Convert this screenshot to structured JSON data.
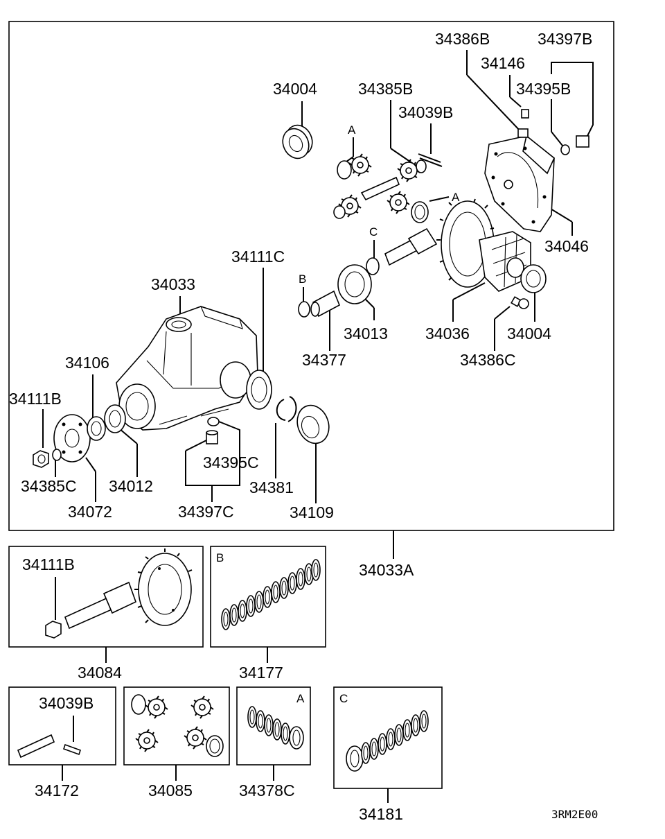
{
  "diagram_code": "3RM2E00",
  "main_assembly": "34033A",
  "callouts": {
    "A": "A",
    "B": "B",
    "C": "C"
  },
  "main_parts": [
    "34386B",
    "34397B",
    "34146",
    "34395B",
    "34004",
    "34385B",
    "34039B",
    "34046",
    "34111C",
    "34033",
    "34013",
    "34036",
    "34377",
    "34386C",
    "34106",
    "34111B",
    "34395C",
    "34381",
    "34109",
    "34385C",
    "34012",
    "34072",
    "34397C"
  ],
  "sub_boxes": {
    "ring_pinion_gear": {
      "part": "34084",
      "inner_label": "34111B"
    },
    "spacer_set_b": {
      "part": "34177",
      "letter": "B"
    },
    "pinion_shaft": {
      "part": "34172",
      "inner_label": "34039B"
    },
    "diff_gear_set": {
      "part": "34085"
    },
    "washer_set_a": {
      "part": "34378C",
      "letter": "A"
    },
    "shim_set_c": {
      "part": "34181",
      "letter": "C"
    }
  }
}
